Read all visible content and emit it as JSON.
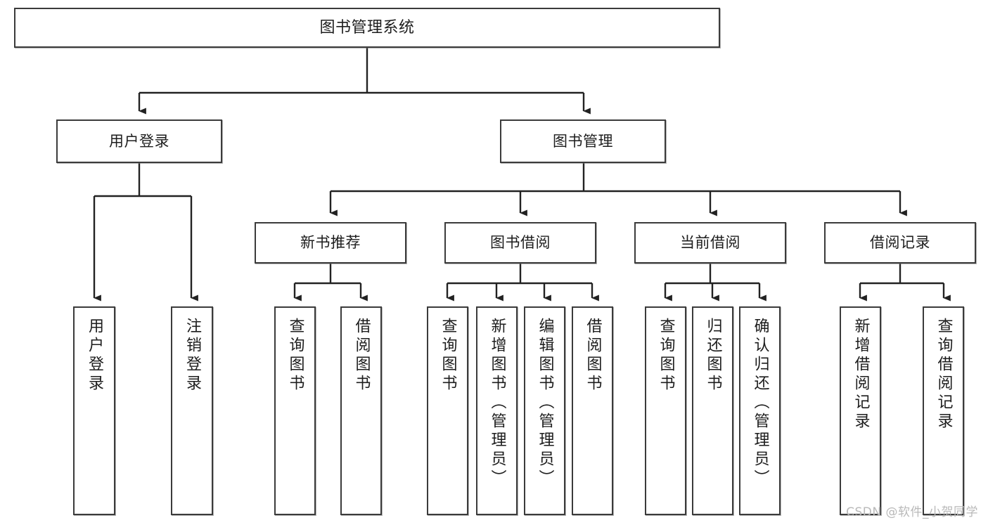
{
  "diagram": {
    "type": "tree",
    "title": "图书管理系统",
    "orientation": "top-down",
    "colors": {
      "box_border": "#3b3b3b",
      "box_fill": "#ffffff",
      "edge": "#222222",
      "text": "#1d1d1d",
      "watermark": "#b9b9b9"
    },
    "root": {
      "label": "图书管理系统"
    },
    "level1": [
      {
        "id": "user-login",
        "label": "用户登录"
      },
      {
        "id": "book-manage",
        "label": "图书管理"
      }
    ],
    "level2": [
      {
        "id": "new-book-recommend",
        "label": "新书推荐",
        "parent": "book-manage"
      },
      {
        "id": "book-borrow",
        "label": "图书借阅",
        "parent": "book-manage"
      },
      {
        "id": "current-borrow",
        "label": "当前借阅",
        "parent": "book-manage"
      },
      {
        "id": "borrow-record",
        "label": "借阅记录",
        "parent": "book-manage"
      }
    ],
    "leaves": [
      {
        "id": "leaf-user-login",
        "label": "用户登录",
        "parent": "user-login"
      },
      {
        "id": "leaf-user-logout",
        "label": "注销登录",
        "parent": "user-login"
      },
      {
        "id": "leaf-query-book-1",
        "label": "查询图书",
        "parent": "new-book-recommend"
      },
      {
        "id": "leaf-borrow-book-1",
        "label": "借阅图书",
        "parent": "new-book-recommend"
      },
      {
        "id": "leaf-query-book-2",
        "label": "查询图书",
        "parent": "book-borrow"
      },
      {
        "id": "leaf-add-book",
        "label": "新增图书（管理员）",
        "parent": "book-borrow"
      },
      {
        "id": "leaf-edit-book",
        "label": "编辑图书（管理员）",
        "parent": "book-borrow"
      },
      {
        "id": "leaf-borrow-book-2",
        "label": "借阅图书",
        "parent": "book-borrow"
      },
      {
        "id": "leaf-query-book-3",
        "label": "查询图书",
        "parent": "current-borrow"
      },
      {
        "id": "leaf-return-book",
        "label": "归还图书",
        "parent": "current-borrow"
      },
      {
        "id": "leaf-confirm-return",
        "label": "确认归还（管理员）",
        "parent": "current-borrow"
      },
      {
        "id": "leaf-add-record",
        "label": "新增借阅记录",
        "parent": "borrow-record"
      },
      {
        "id": "leaf-query-record",
        "label": "查询借阅记录",
        "parent": "borrow-record"
      }
    ]
  },
  "watermark": {
    "text": "CSDN @软件_小贺同学"
  }
}
